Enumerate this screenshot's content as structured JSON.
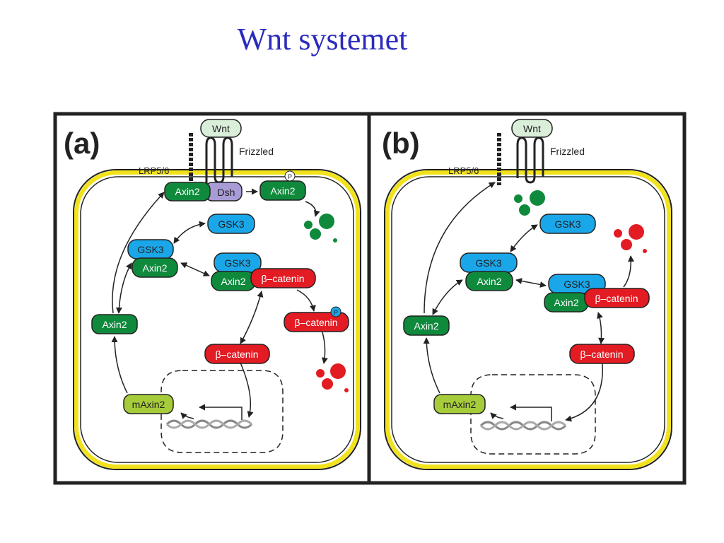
{
  "slide": {
    "title": "Wnt systemet"
  },
  "panel_a": {
    "label": "(a)",
    "wnt": "Wnt",
    "frizzled": "Frizzled",
    "lrp": "LRP5/6",
    "p_marker": "P",
    "nodes": {
      "axin2_membrane": "Axin2",
      "dsh": "Dsh",
      "axin2_phospho": "Axin2",
      "gsk3_free": "GSK3",
      "gsk3_complex_left": "GSK3",
      "axin2_complex_left": "Axin2",
      "gsk3_destruction": "GSK3",
      "axin2_destruction": "Axin2",
      "bcat_destruction": "β–catenin",
      "bcat_phospho": "β–catenin",
      "axin2_free": "Axin2",
      "bcat_free": "β–catenin",
      "maxin2": "mAxin2"
    }
  },
  "panel_b": {
    "label": "(b)",
    "wnt": "Wnt",
    "frizzled": "Frizzled",
    "lrp": "LRP5/6",
    "nodes": {
      "gsk3_free": "GSK3",
      "gsk3_complex_left": "GSK3",
      "axin2_complex_left": "Axin2",
      "gsk3_destruction": "GSK3",
      "axin2_destruction": "Axin2",
      "bcat_destruction": "β–catenin",
      "axin2_free": "Axin2",
      "bcat_free": "β–catenin",
      "maxin2": "mAxin2"
    }
  },
  "colors": {
    "green": "#0f8a3c",
    "blue": "#1aa7ea",
    "red": "#e31b23",
    "purple": "#a89bd6",
    "lime": "#a7cc3a",
    "wnt": "#d9efd9",
    "yellow": "#f1e21b"
  }
}
